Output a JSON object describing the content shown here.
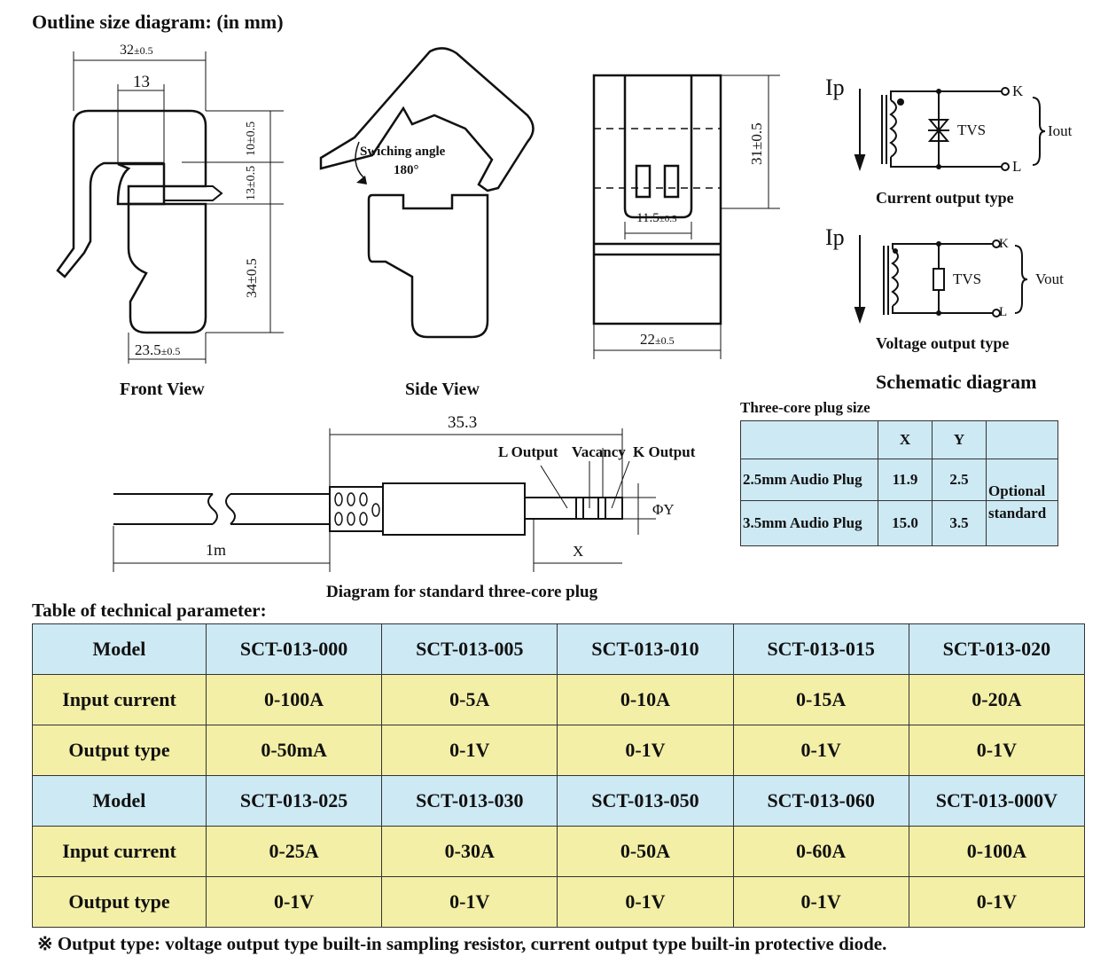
{
  "title": "Outline size diagram: (in mm)",
  "front_view": {
    "caption": "Front View",
    "dims": {
      "width": "32",
      "width_tol": "±0.5",
      "inner": "13",
      "h1": "10±0.5",
      "h2": "13±0.5",
      "h3": "34±0.5",
      "bottom": "23.5",
      "bottom_tol": "±0.5"
    }
  },
  "side_view": {
    "caption": "Side View",
    "angle_label": "Swiching angle",
    "angle_value": "180°"
  },
  "right_view": {
    "height": "31±0.5",
    "slot": "11.5",
    "slot_tol": "±0.5",
    "width": "22",
    "width_tol": "±0.5"
  },
  "schematic": {
    "caption": "Schematic diagram",
    "current": {
      "ip": "Ip",
      "tvs": "TVS",
      "k": "K",
      "l": "L",
      "out": "Iout",
      "label": "Current output type"
    },
    "voltage": {
      "ip": "Ip",
      "tvs": "TVS",
      "k": "K",
      "l": "L",
      "out": "Vout",
      "label": "Voltage output type"
    }
  },
  "plug_diagram": {
    "length": "35.3",
    "l_output": "L Output",
    "vacancy": "Vacancy",
    "k_output": "K Output",
    "phi": "ΦY",
    "x": "X",
    "cable": "1m",
    "caption": "Diagram for standard three-core plug"
  },
  "plug_table": {
    "title": "Three-core plug size",
    "headers": [
      "",
      "X",
      "Y",
      ""
    ],
    "rows": [
      {
        "name": "2.5mm Audio Plug",
        "x": "11.9",
        "y": "2.5"
      },
      {
        "name": "3.5mm Audio Plug",
        "x": "15.0",
        "y": "3.5"
      }
    ],
    "note1": "Optional",
    "note2": "standard"
  },
  "tech_table": {
    "title": "Table of technical parameter:",
    "groups": [
      {
        "model_label": "Model",
        "input_label": "Input current",
        "output_label": "Output type",
        "models": [
          "SCT-013-000",
          "SCT-013-005",
          "SCT-013-010",
          "SCT-013-015",
          "SCT-013-020"
        ],
        "inputs": [
          "0-100A",
          "0-5A",
          "0-10A",
          "0-15A",
          "0-20A"
        ],
        "outputs": [
          "0-50mA",
          "0-1V",
          "0-1V",
          "0-1V",
          "0-1V"
        ]
      },
      {
        "model_label": "Model",
        "input_label": "Input current",
        "output_label": "Output type",
        "models": [
          "SCT-013-025",
          "SCT-013-030",
          "SCT-013-050",
          "SCT-013-060",
          "SCT-013-000V"
        ],
        "inputs": [
          "0-25A",
          "0-30A",
          "0-50A",
          "0-60A",
          "0-100A"
        ],
        "outputs": [
          "0-1V",
          "0-1V",
          "0-1V",
          "0-1V",
          "0-1V"
        ]
      }
    ]
  },
  "footnote": "※ Output type: voltage output type built-in sampling resistor, current output type built-in  protective diode."
}
